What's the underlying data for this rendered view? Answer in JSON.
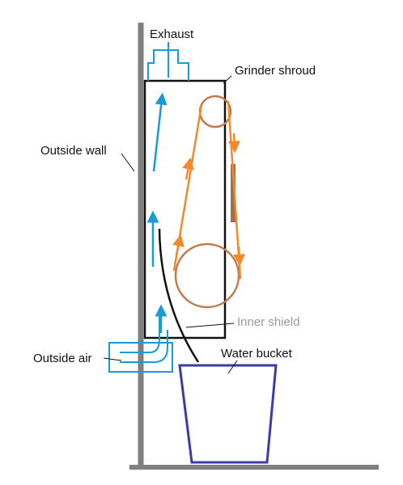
{
  "labels": {
    "exhaust": "Exhaust",
    "grinder_shroud": "Grinder shroud",
    "outside_wall": "Outside wall",
    "inner_shield": "Inner shield",
    "water_bucket": "Water bucket",
    "outside_air": "Outside air"
  },
  "colors": {
    "air_flow": "#1a9ad6",
    "belt_flow": "#f08a2c",
    "wheel": "#c07a4f",
    "bucket": "#3a3aa8",
    "wall": "#808080",
    "shroud": "#111111",
    "inner_shield_label": "#9a9a9a"
  }
}
